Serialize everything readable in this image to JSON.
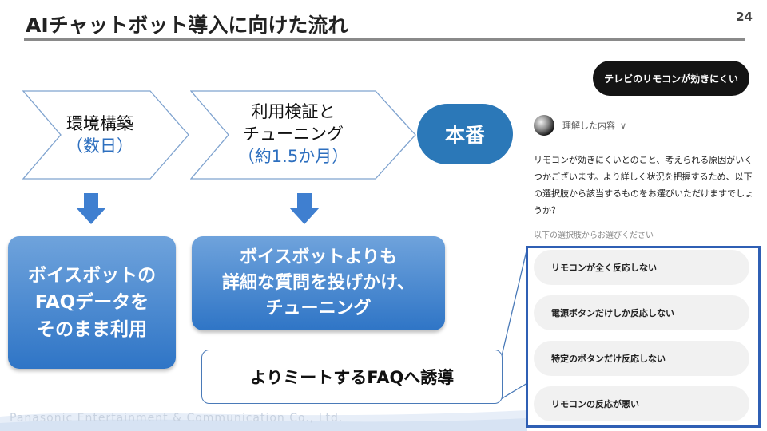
{
  "slide": {
    "title": "AIチャットボット導入に向けた流れ",
    "page_number": "24",
    "footer": "Panasonic Entertainment & Communication Co., Ltd."
  },
  "flow": {
    "step1": {
      "line1": "環境構築",
      "line2": "（数日）"
    },
    "step2": {
      "line1": "利用検証と",
      "line2": "チューニング",
      "line3": "（約1.5か月）"
    },
    "goal": "本番"
  },
  "results": {
    "box1": "ボイスボットの\nFAQデータを\nそのまま利用",
    "box2": "ボイスボットよりも\n詳細な質問を投げかけ、\nチューニング"
  },
  "callout": "よりミートするFAQへ誘導",
  "chat": {
    "user_message": "テレビのリモコンが効きにくい",
    "understood_label": "理解した内容",
    "understood_chevron": "∨",
    "bot_message": "リモコンが効きにくいとのこと、考えられる原因がいくつかございます。より詳しく状況を把握するため、以下の選択肢から該当するものをお選びいただけますでしょうか？",
    "choices_label": "以下の選択肢からお選びください",
    "choices": [
      "リモコンが全く反応しない",
      "電源ボタンだけしか反応しない",
      "特定のボタンだけ反応しない",
      "リモコンの反応が悪い"
    ]
  },
  "colors": {
    "accent_blue": "#2b78b8",
    "box_blue": "#2f75c6",
    "frame_blue": "#2f5fb4",
    "text_blue": "#2d6fbf"
  }
}
